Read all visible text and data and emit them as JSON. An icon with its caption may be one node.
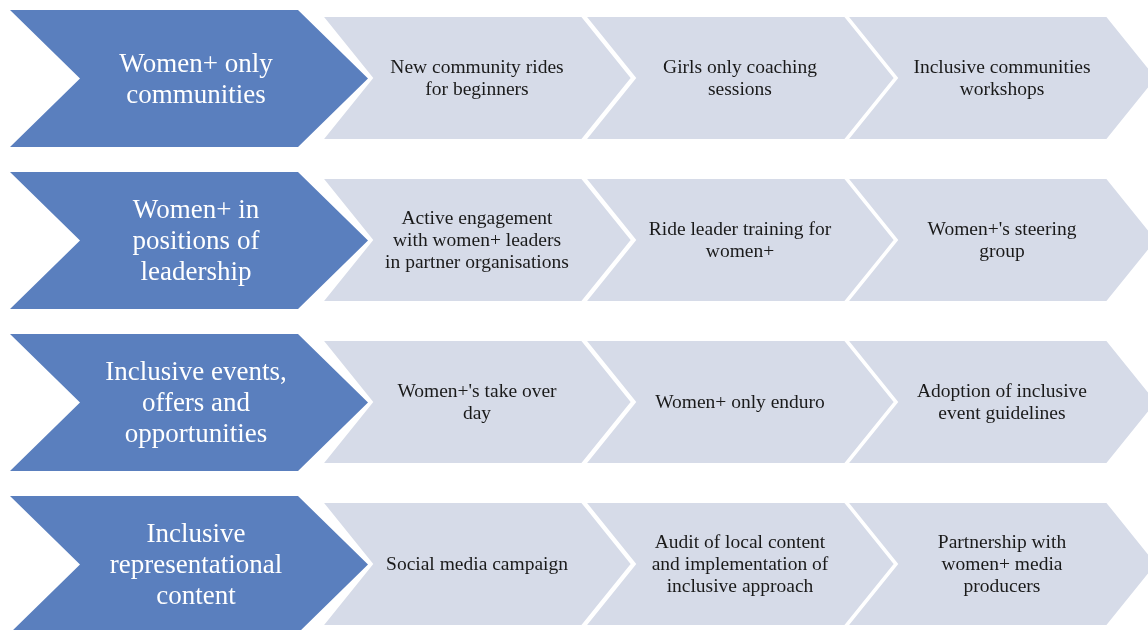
{
  "diagram": {
    "nodes": [
      {
        "text": [
          "Women+ only communities"
        ]
      },
      {
        "text": [
          "New community rides for beginners"
        ]
      },
      {
        "text": [
          "Girls only coaching sessions"
        ]
      },
      {
        "text": [
          "Inclusive communities workshops"
        ]
      },
      {
        "text": [
          "Women+ in positions of leadership"
        ]
      },
      {
        "text": [
          "Active engagement with women+ leaders in partner organisations"
        ]
      },
      {
        "text": [
          "Ride leader training for women+"
        ]
      },
      {
        "text": [
          "Women+'s steering group"
        ]
      },
      {
        "text": [
          "Inclusive events, offers and opportunities"
        ]
      },
      {
        "text": [
          "Women+'s take over day"
        ]
      },
      {
        "text": [
          "Women+ only enduro"
        ]
      },
      {
        "text": [
          "Adoption of inclusive event guidelines"
        ]
      },
      {
        "text": [
          "Inclusive representational content"
        ]
      },
      {
        "text": [
          "Social media campaign"
        ]
      },
      {
        "text": [
          "Audit of local content and implementation of inclusive approach"
        ]
      },
      {
        "text": [
          "Partnership with women+ media producers"
        ]
      }
    ]
  }
}
